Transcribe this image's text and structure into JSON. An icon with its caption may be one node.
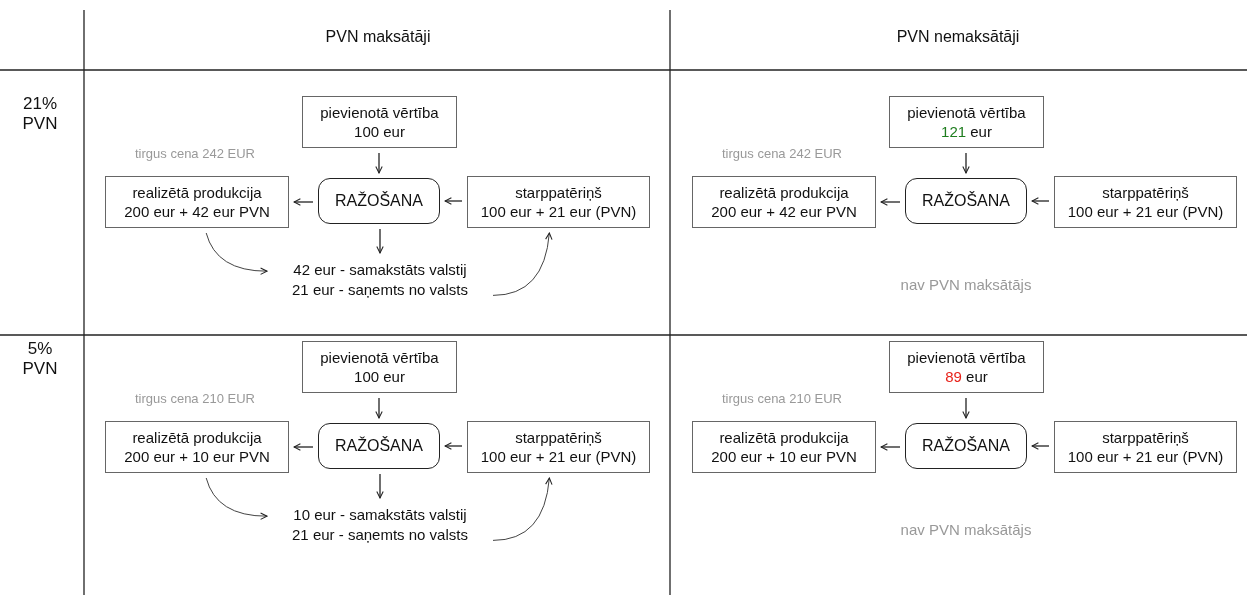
{
  "diagram": {
    "nodes": [
      {
        "text": [
          "pievienotā vērtība",
          "100 eur"
        ]
      },
      {
        "text": [
          "RAŽOŠANA"
        ]
      },
      {
        "text": [
          "realizētā produkcija",
          "200 eur + 42 eur PVN"
        ],
        "beside": [
          "tirgus cena 242 EUR"
        ]
      },
      {
        "text": [
          "starppatēriņš",
          "100 eur + 21 eur (PVN)"
        ]
      },
      {
        "text": [
          "42 eur - samakstāts valstij",
          "21 eur - saņemts no valsts"
        ]
      },
      {
        "text": [
          "pievienotā vērtība",
          "121",
          "eur"
        ]
      },
      {
        "text": [
          "RAŽOŠANA"
        ]
      },
      {
        "text": [
          "realizētā produkcija",
          "200 eur + 42 eur PVN"
        ],
        "beside": [
          "tirgus cena 242 EUR"
        ]
      },
      {
        "text": [
          "starppatēriņš",
          "100 eur + 21 eur (PVN)"
        ]
      },
      {
        "text": [
          "pievienotā vērtība",
          "100 eur"
        ]
      },
      {
        "text": [
          "RAŽOŠANA"
        ]
      },
      {
        "text": [
          "realizētā produkcija",
          "200 eur + 10 eur PVN"
        ],
        "beside": [
          "tirgus cena 210 EUR"
        ]
      },
      {
        "text": [
          "starppatēriņš",
          "100 eur + 21 eur (PVN)"
        ]
      },
      {
        "text": [
          "10 eur - samakstāts valstij",
          "21 eur - saņemts no valsts"
        ]
      },
      {
        "text": [
          "pievienotā vērtība",
          "89",
          "eur"
        ]
      },
      {
        "text": [
          "RAŽOŠANA"
        ]
      },
      {
        "text": [
          "realizētā produkcija",
          "200 eur + 10 eur PVN"
        ],
        "beside": [
          "tirgus cena 210 EUR"
        ]
      },
      {
        "text": [
          "starppatēriņš",
          "100 eur + 21 eur (PVN)"
        ]
      }
    ],
    "edges": [
      {
        "from": 0,
        "to": 1,
        "arrow": "to"
      },
      {
        "from": 1,
        "to": 2,
        "arrow": "to"
      },
      {
        "from": 3,
        "to": 1,
        "arrow": "to"
      },
      {
        "from": 1,
        "to": 4,
        "arrow": "to"
      },
      {
        "from": 2,
        "to": 4,
        "arrow": "to"
      },
      {
        "from": 4,
        "to": 3,
        "arrow": "to"
      },
      {
        "from": 5,
        "to": 6,
        "arrow": "to"
      },
      {
        "from": 6,
        "to": 7,
        "arrow": "to"
      },
      {
        "from": 8,
        "to": 6,
        "arrow": "to"
      },
      {
        "from": 9,
        "to": 10,
        "arrow": "to"
      },
      {
        "from": 10,
        "to": 11,
        "arrow": "to"
      },
      {
        "from": 12,
        "to": 10,
        "arrow": "to"
      },
      {
        "from": 10,
        "to": 13,
        "arrow": "to"
      },
      {
        "from": 11,
        "to": 13,
        "arrow": "to"
      },
      {
        "from": 13,
        "to": 12,
        "arrow": "to"
      },
      {
        "from": 14,
        "to": 15,
        "arrow": "to"
      },
      {
        "from": 15,
        "to": 16,
        "arrow": "to"
      },
      {
        "from": 17,
        "to": 15,
        "arrow": "to"
      }
    ],
    "labels": [
      "PVN maksātāji",
      "PVN nemaksātāji",
      "21% PVN",
      "nav PVN maksātājs",
      "5% PVN",
      "nav PVN maksātājs"
    ]
  }
}
